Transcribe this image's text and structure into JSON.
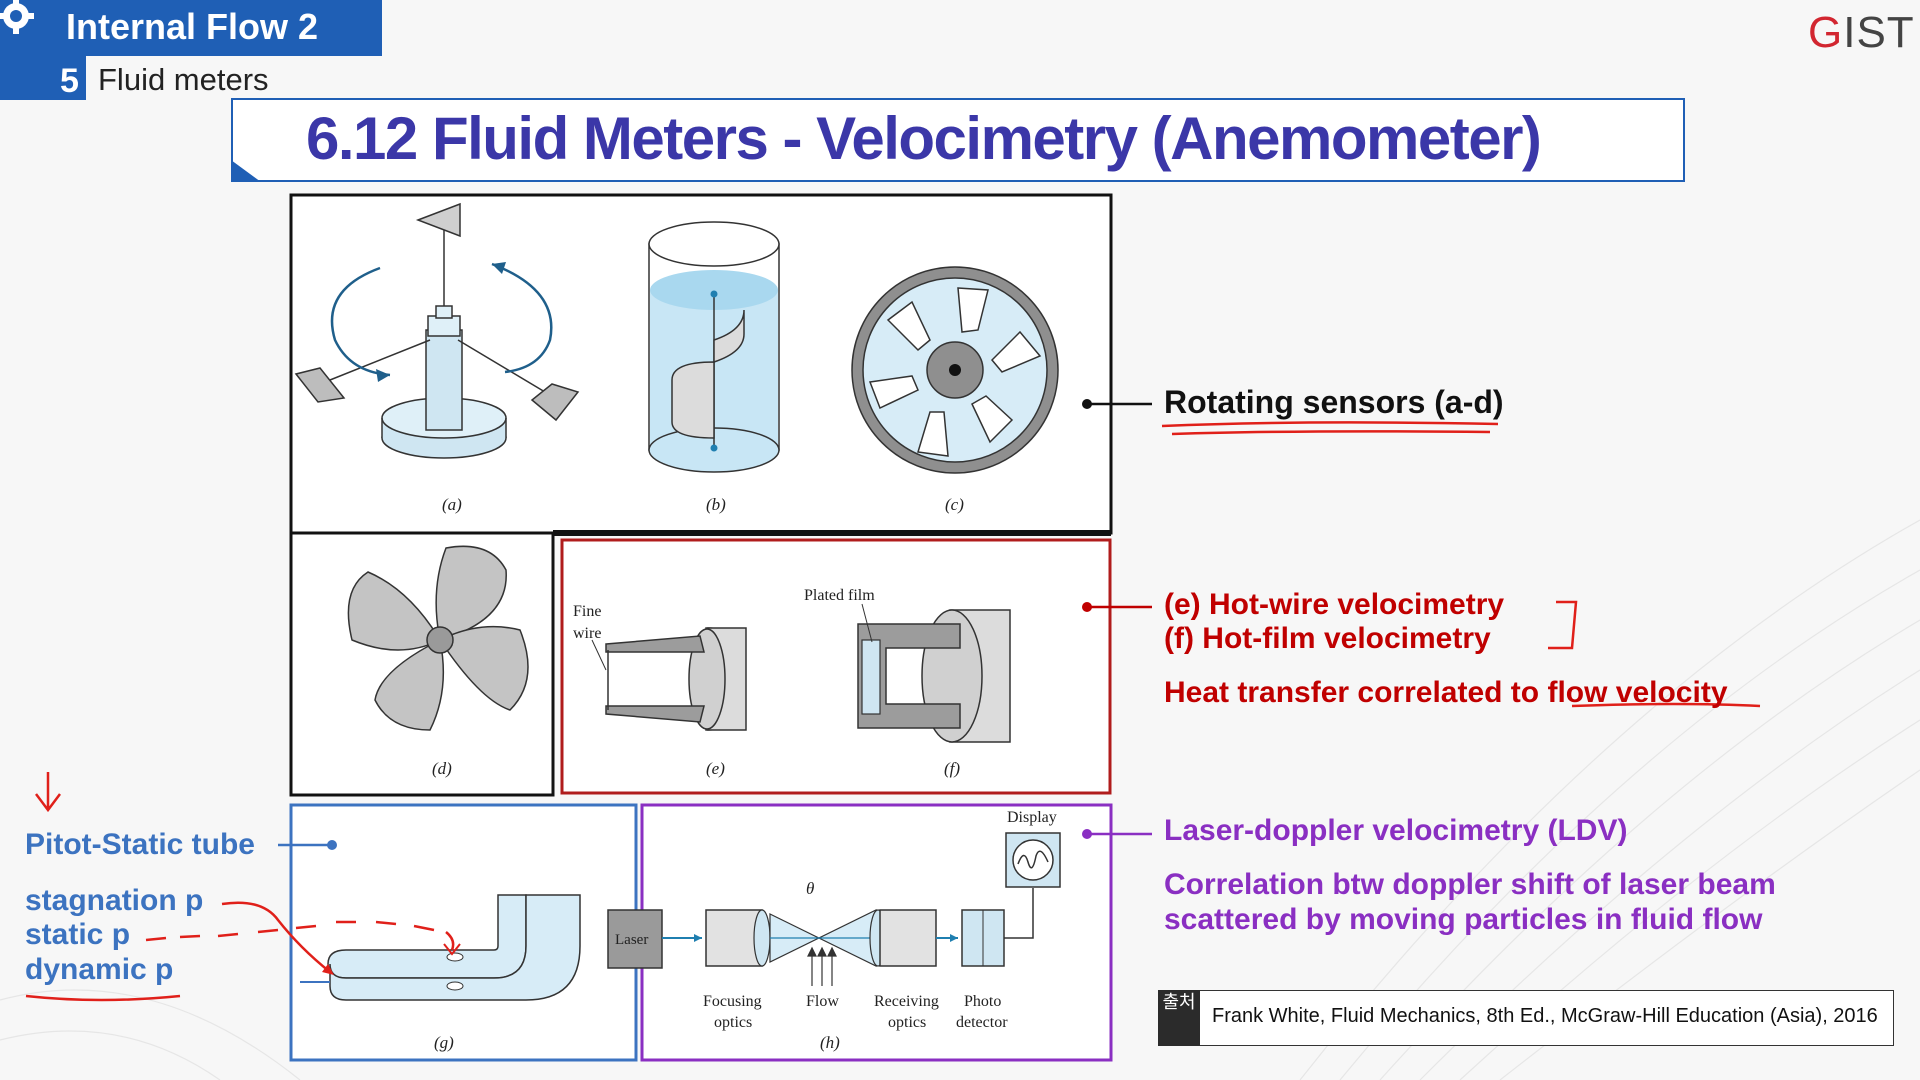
{
  "header": {
    "course_title": "Internal Flow 2",
    "section_number": "5",
    "section_title": "Fluid meters",
    "logo_letter_1": "G",
    "logo_rest": "IST"
  },
  "slide_title": "6.12 Fluid Meters - Velocimetry (Anemometer)",
  "figure": {
    "panel_labels": {
      "a": "(a)",
      "b": "(b)",
      "c": "(c)",
      "d": "(d)",
      "e": "(e)",
      "f": "(f)",
      "g": "(g)",
      "h": "(h)"
    },
    "labels": {
      "fine": "Fine",
      "wire": "wire",
      "plated_film": "Plated film",
      "display": "Display",
      "laser": "Laser",
      "theta": "θ",
      "focusing": "Focusing",
      "focusing_optics": "optics",
      "flow": "Flow",
      "receiving": "Receiving",
      "receiving_optics": "optics",
      "photo": "Photo",
      "detector": "detector"
    }
  },
  "annotations": {
    "rotating": "Rotating sensors (a-d)",
    "hot_wire": "(e) Hot-wire velocimetry",
    "hot_film": "(f) Hot-film velocimetry",
    "heat_transfer_prefix": "Heat transfer correlated to ",
    "heat_transfer_emph": "flow velocity",
    "ldv": "Laser-doppler velocimetry (LDV)",
    "ldv_desc_1": "Correlation btw doppler shift of laser beam",
    "ldv_desc_2": "scattered by moving particles in fluid flow",
    "pitot": "Pitot-Static tube",
    "stagnation": "stagnation p",
    "static": "static p",
    "dynamic": "dynamic p"
  },
  "source": {
    "tag": "출처",
    "text": "Frank White, Fluid Mechanics, 8th Ed., McGraw-Hill Education (Asia), 2016"
  },
  "colors": {
    "brand_blue": "#1f5fb5",
    "title_purple": "#3b37a8",
    "annotation_red": "#c00000",
    "annotation_purple": "#8a2fc2",
    "annotation_blue": "#3c73c0",
    "logo_red": "#d22630"
  }
}
